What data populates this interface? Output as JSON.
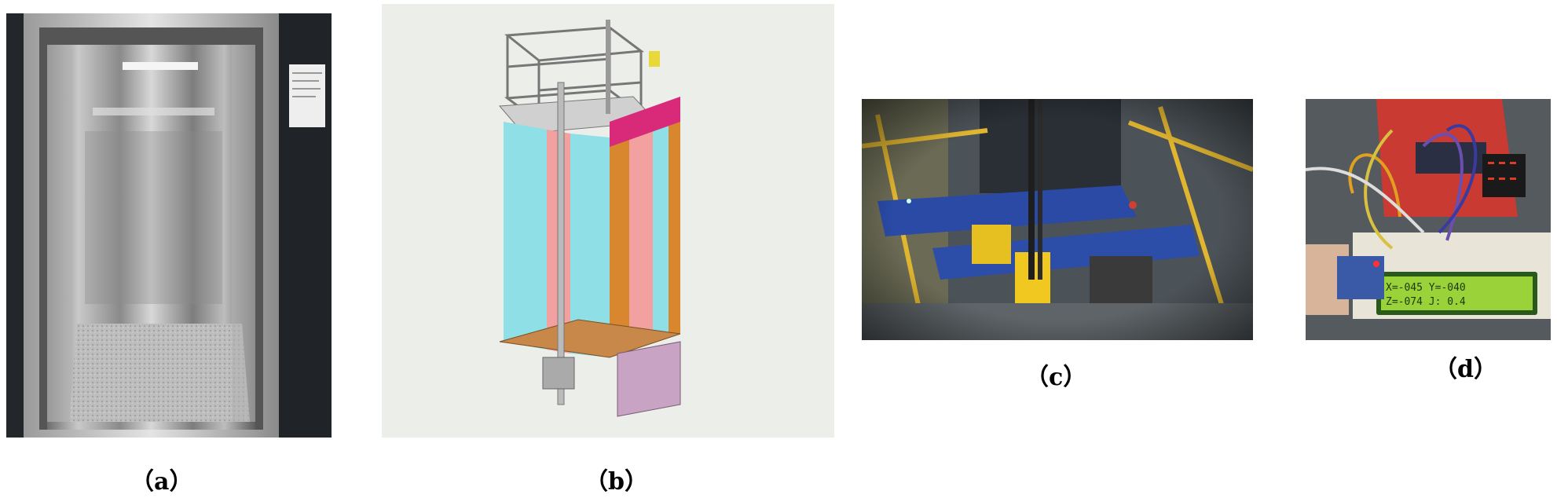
{
  "figure": {
    "panels": [
      {
        "id": "a",
        "caption": "（a）",
        "subject": "elevator-car-doorway-photo"
      },
      {
        "id": "b",
        "caption": "（b）",
        "subject": "elevator-car-3d-cad-model"
      },
      {
        "id": "c",
        "caption": "（c）",
        "subject": "elevator-machine-test-rig-photo"
      },
      {
        "id": "d",
        "caption": "（d）",
        "subject": "sensor-circuit-lcd-prototype-photo"
      }
    ],
    "lcd_lines": [
      "X=-045 Y=-040",
      "Z=-074 J: 0.4"
    ]
  }
}
